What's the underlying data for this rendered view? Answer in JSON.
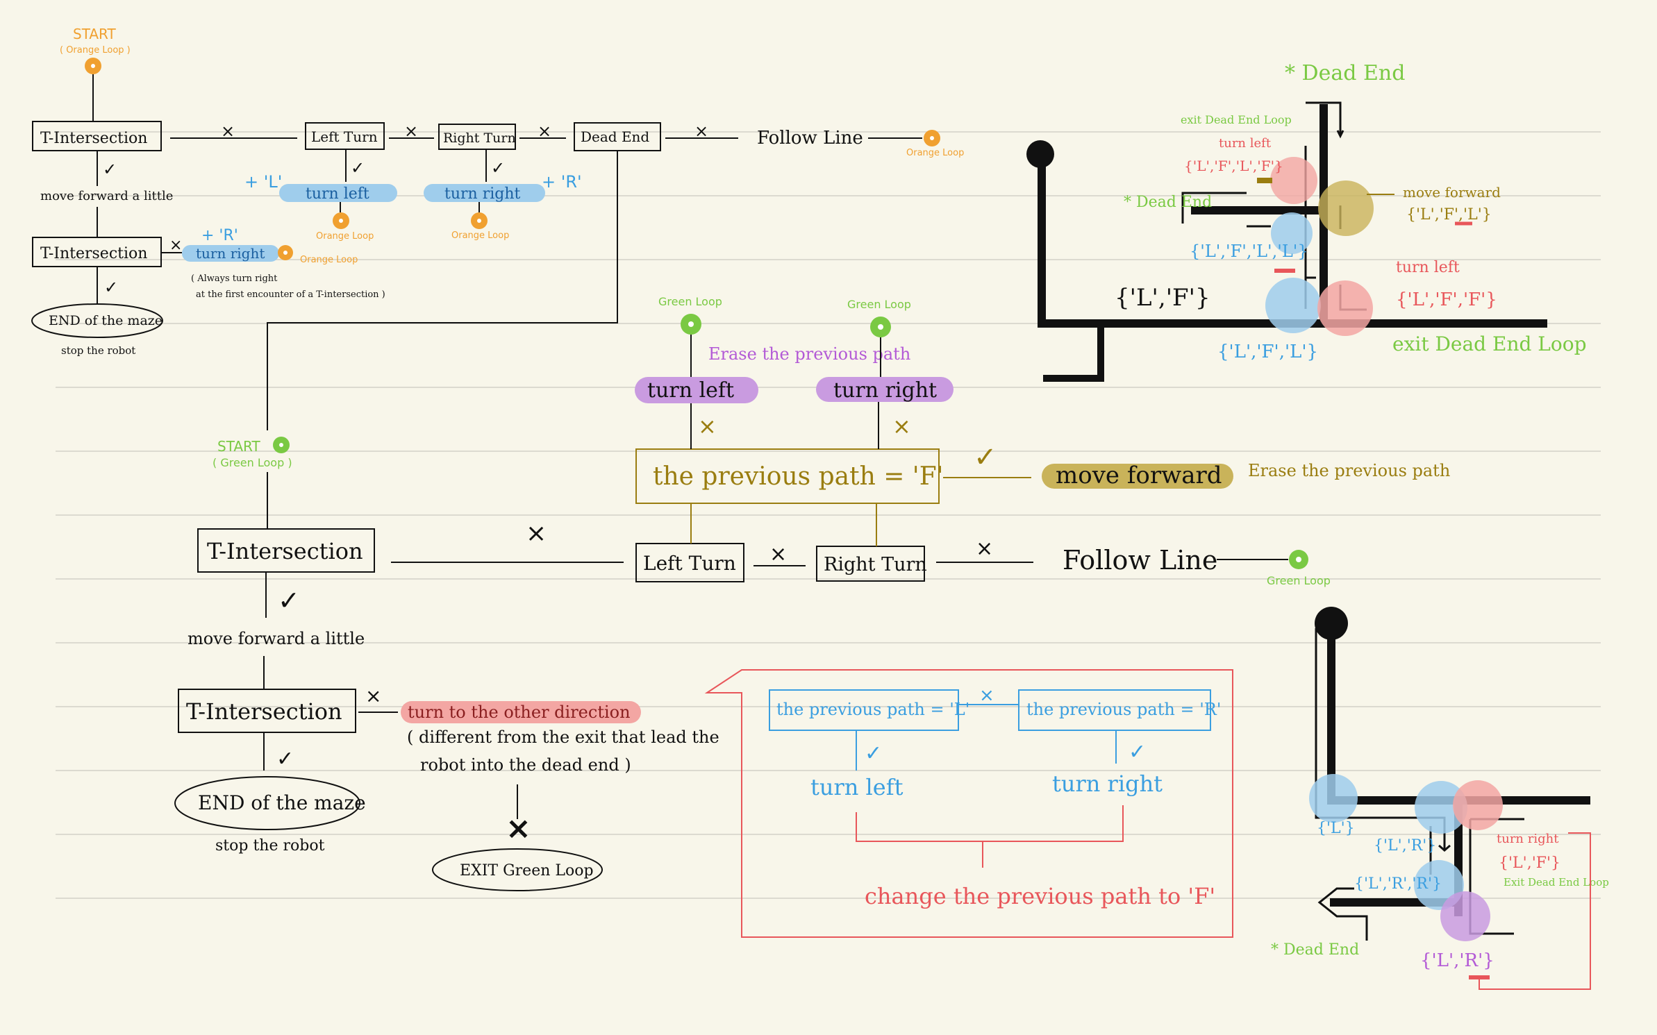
{
  "colors": {
    "orange": "#f0a030",
    "green": "#7ac943",
    "blue": "#3a9ee0",
    "red": "#e8565a",
    "purple": "#b35ad6",
    "olive": "#9a7d10",
    "ink": "#111111",
    "paper": "#f8f6ea",
    "rule": "#dcdad0",
    "blue_hl": "#9fcdec",
    "red_hl": "#f3a6a3",
    "purple_hl": "#c99be0",
    "olive_hl": "#c9b35a"
  },
  "orange_loop": {
    "start_label": "START",
    "start_sub": "( Orange Loop )",
    "t_intersection": "T-Intersection",
    "left_turn": "Left Turn",
    "right_turn": "Right Turn",
    "dead_end": "Dead End",
    "follow_line": "Follow Line",
    "x_mark": "×",
    "check": "✓",
    "move_forward_little": "move forward a little",
    "t_intersection_2": "T-Intersection",
    "end_of_maze": "END of the maze",
    "stop_robot": "stop the robot",
    "turn_left": "turn left",
    "turn_right": "turn right",
    "turn_right_2": "turn right",
    "plus_l": "+ 'L'",
    "plus_r": "+ 'R'",
    "plus_r_2": "+ 'R'",
    "orange_loop": "Orange Loop",
    "always_note_1": "( Always turn right",
    "always_note_2": "at the first encounter of a T-intersection )"
  },
  "green_loop": {
    "start_label": "START",
    "start_sub": "( Green Loop )",
    "t_intersection": "T-Intersection",
    "left_turn": "Left Turn",
    "right_turn": "Right Turn",
    "follow_line": "Follow Line",
    "green_loop": "Green Loop",
    "move_forward_little": "move forward a little",
    "t_intersection_2": "T-Intersection",
    "end_of_maze": "END of the maze",
    "stop_robot": "stop the robot",
    "turn_other_direction": "turn to the other direction",
    "different_note_1": "( different from the exit that lead the",
    "different_note_2": "robot into the dead end )",
    "exit_green_loop": "EXIT Green Loop",
    "previous_path_f": "the previous path = 'F'",
    "move_forward": "move forward",
    "erase_previous_path": "Erase the previous path",
    "turn_left": "turn left",
    "turn_right": "turn right",
    "erase_previous_path_purple": "Erase the previous path",
    "prev_path_l": "the previous path = 'L'",
    "prev_path_r": "the previous path = 'R'",
    "change_to_f": "change the previous path to 'F'"
  },
  "maze_top": {
    "dead_end": "* Dead End",
    "dead_end_small": "* Dead End",
    "exit_dead_end_loop": "exit Dead End Loop",
    "turn_left": "turn left",
    "turn_left_2": "turn left",
    "move_forward": "move forward",
    "path_lflf": "{'L','F','L','F'}",
    "path_lflL": "{'L','F','L','L'}",
    "path_lfl": "{'L','F','L'}",
    "path_lff": "{'L','F','F'}",
    "path_lf": "{'L','F'}",
    "path_lfl_bottom": "{'L','F','L'}",
    "exit_dead_end_loop_2": "exit Dead End Loop"
  },
  "maze_bottom": {
    "path_l": "{'L'}",
    "path_lr": "{'L','R'}",
    "path_lrr": "{'L','R','R'}",
    "path_lr_purple": "{'L','R'}",
    "turn_right": "turn right",
    "path_lf": "{'L','F'}",
    "exit_dead_end_loop": "Exit Dead End Loop",
    "dead_end": "* Dead End"
  }
}
